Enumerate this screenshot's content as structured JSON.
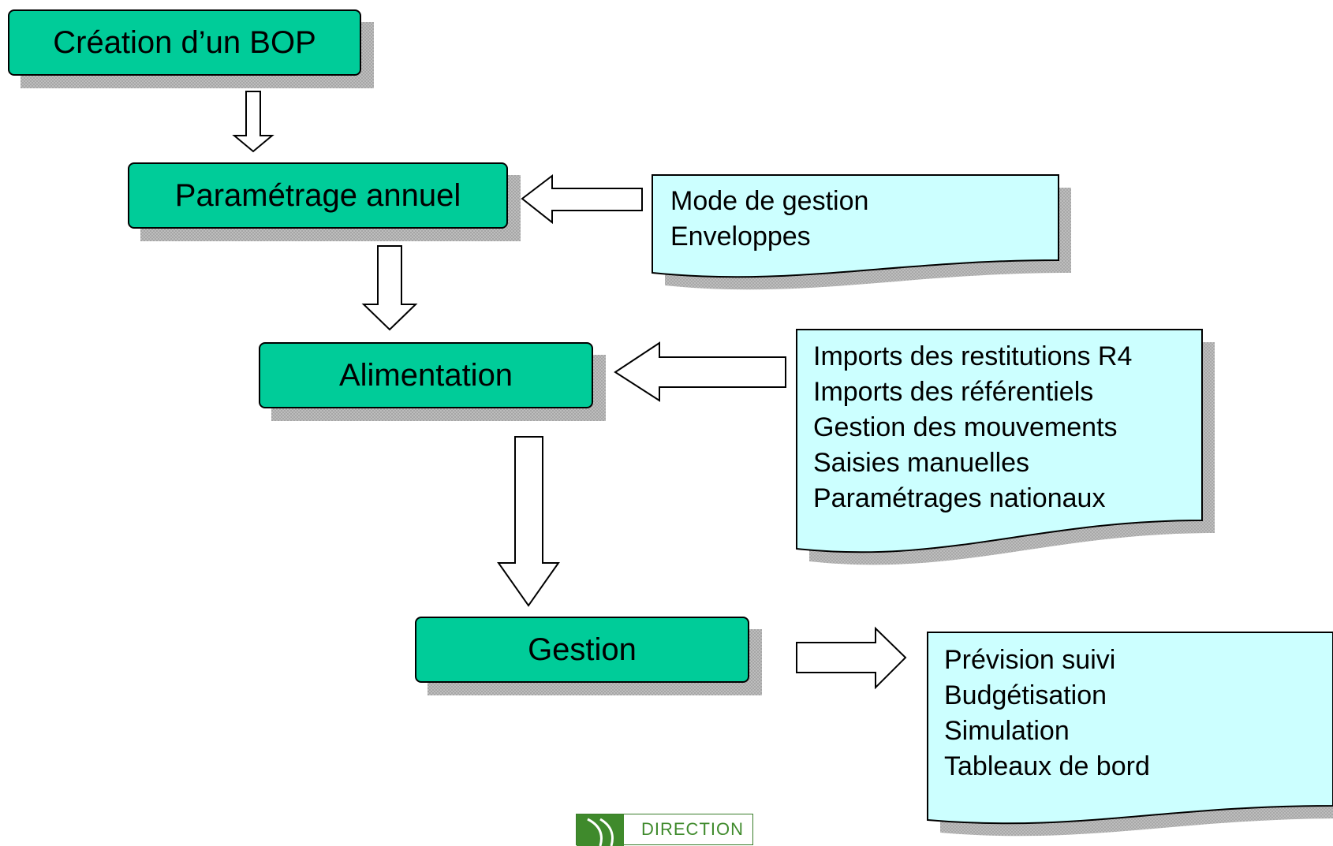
{
  "steps": [
    {
      "id": "creation",
      "label": "Création d’un BOP"
    },
    {
      "id": "parametrage",
      "label": "Paramétrage annuel"
    },
    {
      "id": "alimentation",
      "label": "Alimentation"
    },
    {
      "id": "gestion",
      "label": "Gestion"
    }
  ],
  "notes": {
    "parametrage": [
      "Mode de gestion",
      "Enveloppes"
    ],
    "alimentation": [
      "Imports des restitutions R4",
      "Imports des référentiels",
      "Gestion des mouvements",
      "Saisies manuelles",
      "Paramétrages nationaux"
    ],
    "gestion": [
      "Prévision suivi",
      "Budgétisation",
      "Simulation",
      "Tableaux de bord"
    ]
  },
  "logo": {
    "text": "DIRECTION"
  },
  "colors": {
    "step_fill": "#00cc99",
    "note_fill": "#ccffff",
    "shadow": "#bdbdbd"
  }
}
